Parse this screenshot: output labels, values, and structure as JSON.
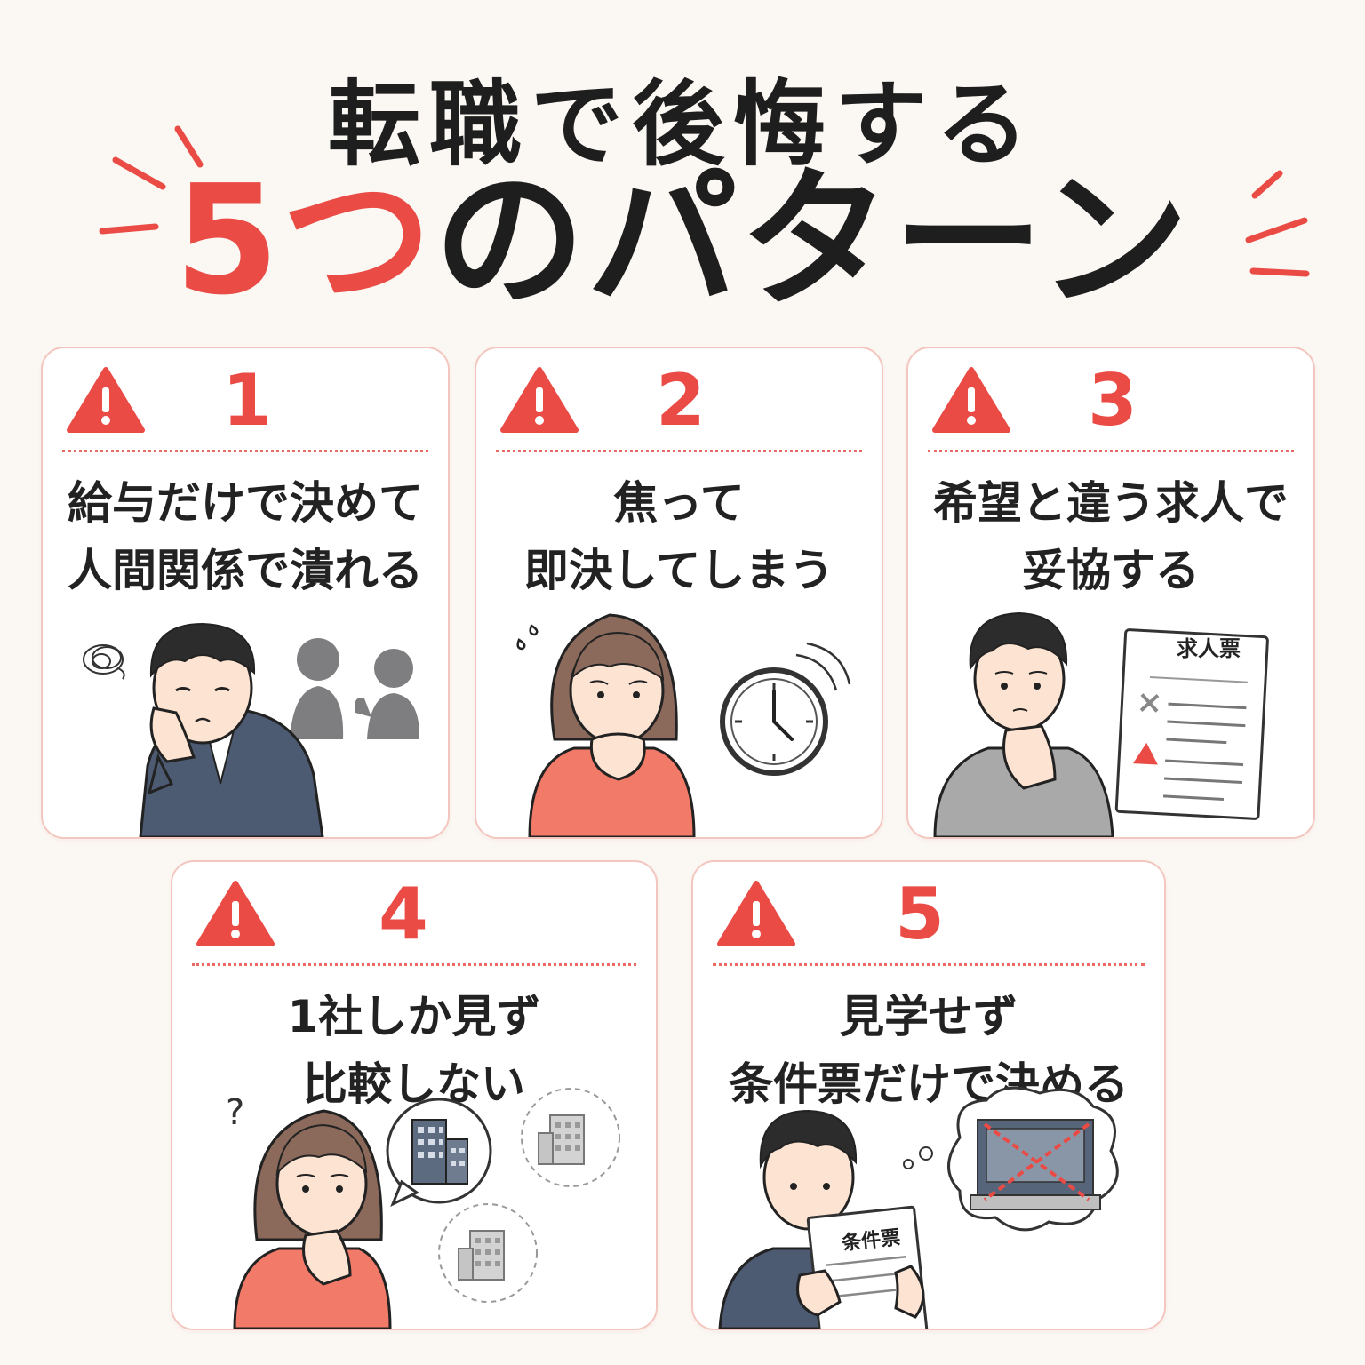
{
  "title": {
    "line1": "転職で後悔する",
    "line2_accent": "5つ",
    "line2_rest": "のパターン"
  },
  "colors": {
    "accent": "#ea4b45",
    "background": "#fbf8f4",
    "card_border": "#f3c7bf",
    "text": "#1f1f1f"
  },
  "cards": [
    {
      "number": "1",
      "line1": "給与だけで決めて",
      "line2": "人間関係で潰れる",
      "icon": "warning-icon"
    },
    {
      "number": "2",
      "line1": "焦って",
      "line2": "即決してしまう",
      "icon": "warning-icon"
    },
    {
      "number": "3",
      "line1": "希望と違う求人で",
      "line2": "妥協する",
      "icon": "warning-icon",
      "doc_label": "求人票"
    },
    {
      "number": "4",
      "line1": "1社しか見ず",
      "line2": "比較しない",
      "icon": "warning-icon"
    },
    {
      "number": "5",
      "line1": "見学せず",
      "line2": "条件票だけで決める",
      "icon": "warning-icon",
      "doc_label": "条件票"
    }
  ]
}
